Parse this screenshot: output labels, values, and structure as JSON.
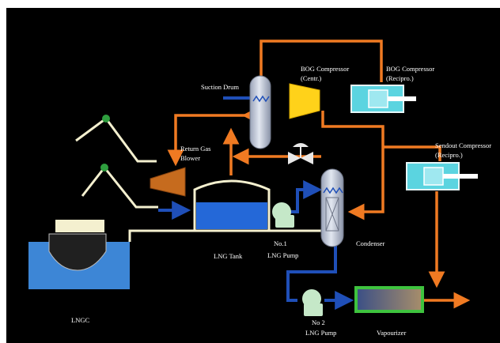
{
  "labels": {
    "suction_drum": "Suction Drum",
    "bog_centr_1": "BOG Compressor",
    "bog_centr_2": "(Centr.)",
    "bog_recip_1": "BOG Compressor",
    "bog_recip_2": "(Recipro.)",
    "return_gas_1": "Return Gas",
    "return_gas_2": "Blower",
    "sendout_1": "Sendout Compressor",
    "sendout_2": "(Recipro.)",
    "lng_tank": "LNG Tank",
    "pump1_1": "No.1",
    "pump1_2": "LNG Pump",
    "condenser": "Condenser",
    "lngc": "LNGC",
    "pump2_1": "No 2",
    "pump2_2": "LNG Pump",
    "vaporizer": "Vapourizer"
  },
  "colors": {
    "background": "#000000",
    "gas_line": "#f07a22",
    "liquid_line": "#1f4fb8",
    "cream_line": "#f4f0cf",
    "vessel": "#cfd6e6",
    "tank_liquid": "#2468d8",
    "sea": "#3d86d6",
    "compressor_cyan": "#5bd4e0",
    "centrifugal_yellow": "#ffd21a",
    "blower_brown": "#c66b1e",
    "pump_green": "#c5e8c8",
    "vaporizer_border": "#3ec33e",
    "arm_node": "#2e9e3e"
  }
}
